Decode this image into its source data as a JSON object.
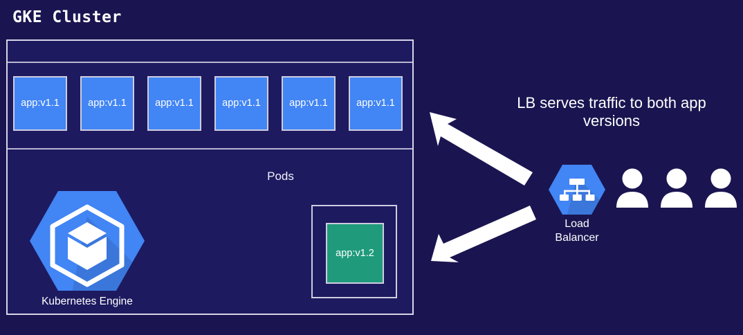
{
  "title": "GKE Cluster",
  "cluster": {
    "pods_caption": "Pods",
    "pods": [
      {
        "label": "app:v1.1",
        "color": "#4285f4"
      },
      {
        "label": "app:v1.1",
        "color": "#4285f4"
      },
      {
        "label": "app:v1.1",
        "color": "#4285f4"
      },
      {
        "label": "app:v1.1",
        "color": "#4285f4"
      },
      {
        "label": "app:v1.1",
        "color": "#4285f4"
      },
      {
        "label": "app:v1.1",
        "color": "#4285f4"
      }
    ],
    "canary_pod": {
      "label": "app:v1.2",
      "color": "#1f9b7b"
    },
    "engine": {
      "label": "Kubernetes Engine",
      "icon": "kubernetes-engine-hexagon-icon",
      "color": "#4285f4"
    }
  },
  "right_panel": {
    "note_line_1": "LB serves traffic to both app",
    "note_line_2": "versions",
    "load_balancer": {
      "label_line_1": "Load",
      "label_line_2": "Balancer",
      "icon": "load-balancer-hexagon-icon",
      "color": "#4285f4"
    },
    "users": [
      {
        "icon": "user-icon"
      },
      {
        "icon": "user-icon"
      },
      {
        "icon": "user-icon"
      }
    ],
    "arrows": [
      {
        "icon": "arrow-left-up-icon",
        "direction": "to-pods-v1-1"
      },
      {
        "icon": "arrow-left-down-icon",
        "direction": "to-pod-v1-2"
      }
    ]
  },
  "colors": {
    "background": "#1a1550",
    "cluster_fill": "#1d1a60",
    "border": "#cfcde0",
    "pod_blue": "#4285f4",
    "pod_green": "#1f9b7b",
    "arrow_white": "#ffffff",
    "text": "#ffffff"
  }
}
